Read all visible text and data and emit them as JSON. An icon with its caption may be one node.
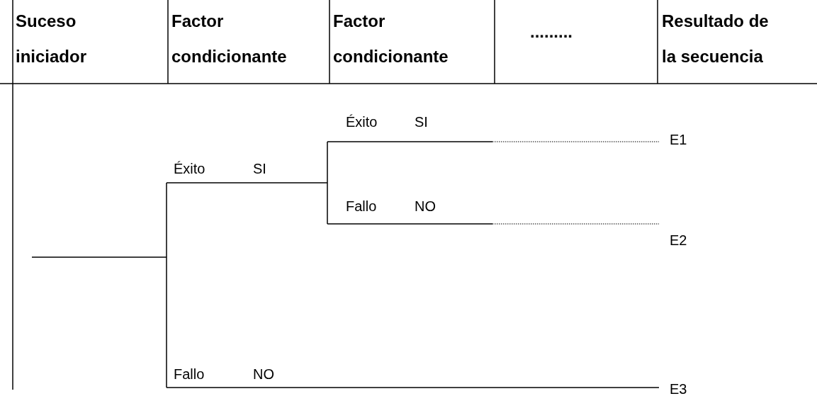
{
  "diagram": {
    "nodes": [
      {
        "text": [
          "E1"
        ]
      },
      {
        "text": [
          "E2"
        ]
      },
      {
        "text": [
          "E3"
        ]
      }
    ],
    "edges": [
      {
        "from": null,
        "to": 0,
        "arrow": "none",
        "style": "dashed"
      },
      {
        "from": null,
        "to": 1,
        "arrow": "none",
        "style": "dashed"
      },
      {
        "from": null,
        "to": 2,
        "arrow": "none"
      }
    ],
    "labels": [
      "Suceso iniciador",
      "Factor condicionante",
      "Factor condicionante",
      ".........",
      "Resultado de la secuencia",
      "Éxito",
      "SI",
      "Éxito",
      "SI",
      "Fallo",
      "NO",
      "Fallo",
      "NO"
    ]
  }
}
